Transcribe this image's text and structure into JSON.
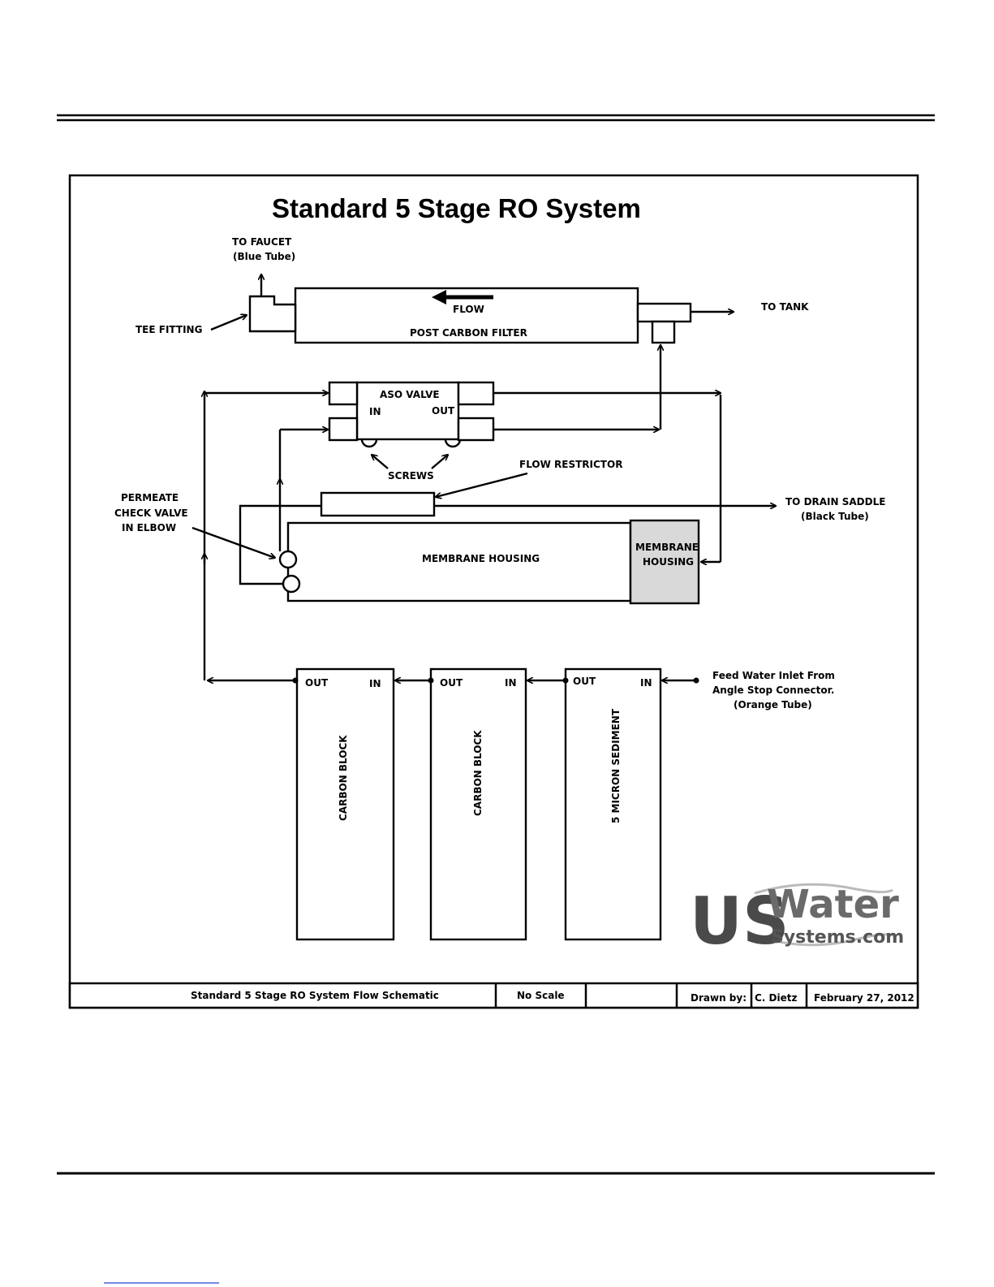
{
  "title": "Standard 5 Stage RO System",
  "labels": {
    "to_faucet": "TO  FAUCET",
    "blue_tube": "(Blue Tube)",
    "tee_fitting": "TEE FITTING",
    "flow": "FLOW",
    "post_carbon_filter": "POST CARBON FILTER",
    "to_tank": "TO TANK",
    "aso_valve": "ASO VALVE",
    "aso_in": "IN",
    "aso_out": "OUT",
    "screws": "SCREWS",
    "flow_restrictor": "FLOW RESTRICTOR",
    "permeate_line1": "PERMEATE",
    "permeate_line2": "CHECK VALVE",
    "permeate_line3": "IN ELBOW",
    "to_drain_saddle": "TO DRAIN SADDLE",
    "black_tube": "(Black Tube)",
    "membrane_housing": "MEMBRANE HOUSING",
    "membrane_cap_line1": "MEMBRANE",
    "membrane_cap_line2": "HOUSING",
    "feed_line1": "Feed Water Inlet From",
    "feed_line2": "Angle Stop Connector.",
    "feed_line3": "(Orange Tube)"
  },
  "filters": [
    {
      "name": "CARBON BLOCK",
      "out": "OUT",
      "in": "IN"
    },
    {
      "name": "CARBON BLOCK",
      "out": "OUT",
      "in": "IN"
    },
    {
      "name": "5 MICRON SEDIMENT",
      "out": "OUT",
      "in": "IN"
    }
  ],
  "logo": {
    "us": "US",
    "water": "Water",
    "systems": "Systems.com"
  },
  "title_block": {
    "description": "Standard 5 Stage RO System Flow Schematic",
    "scale": "No Scale",
    "blank": "",
    "drawn_by_label": "Drawn by:",
    "drawn_by": "C. Dietz",
    "date": "February 27, 2012"
  }
}
